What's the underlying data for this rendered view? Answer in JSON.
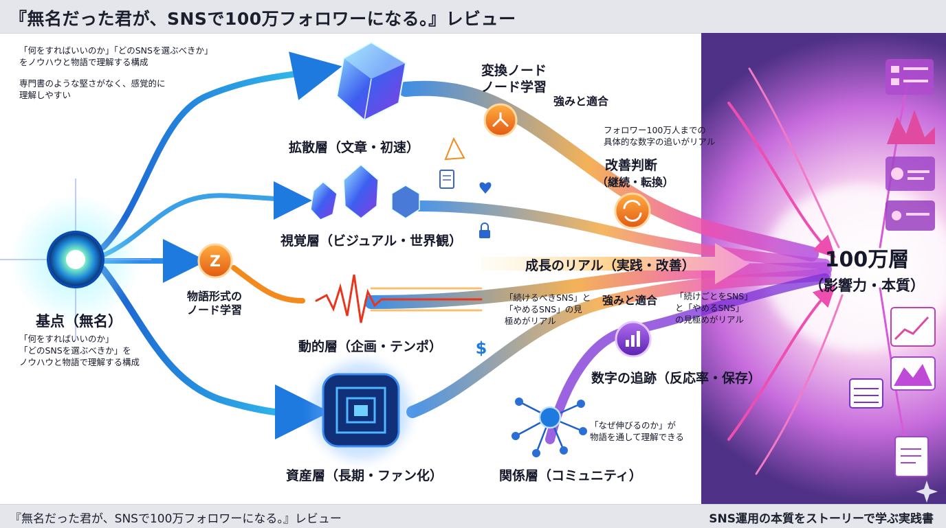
{
  "header": {
    "title": "『無名だった君が、SNSで100万フォロワーになる。』レビュー"
  },
  "footer": {
    "left": "『無名だった君が、SNSで100万フォロワーになる。』レビュー",
    "right": "SNS運用の本質をストーリーで学ぶ実践書"
  },
  "notes": {
    "top_left_1": "「何をすればいいのか」「どのSNSを選ぶべきか」\nをノウハウと物語で理解する構成",
    "top_left_2": "専門書のような堅さがなく、感覚的に\n理解しやすい",
    "base_desc": "「何をすればいいのか」\n「どのSNSを選ぶべきか」を\nノウハウと物語で理解する構成",
    "followers_note": "フォロワー100万人までの\n具体的な数字の追いがリアル",
    "continue_note": "「続けるべきSNS」と\n「やめるSNS」の見\n極めがリアル",
    "continue_note_2": "「続けごとをSNS」\nと「やめるSNS」\nの見極めがリアル",
    "why_note": "「なぜ伸びるのか」が\n物語を通して理解できる"
  },
  "nodes": {
    "base": "基点（無名）",
    "story": "物語形式の\nノード学習",
    "diffusion": "拡散層（文章・初速）",
    "visual": "視覚層（ビジュアル・世界観）",
    "dynamic": "動的層（企画・テンポ）",
    "asset": "資産層（長期・ファン化）",
    "transform": "変換ノード\nノード学習",
    "strength_1": "強みと適合",
    "improve": "改善判断",
    "improve_sub": "（継続・転換）",
    "growth": "成長のリアル（実践・改善）",
    "strength_2": "強みと適合",
    "numbers": "数字の追跡（反応率・保存）",
    "relation": "関係層（コミュニティ）",
    "goal": "100万層",
    "goal_sub": "（影響力・本質）"
  },
  "icons": {
    "story_letter": "Z",
    "dollar": "$"
  },
  "colors": {
    "blue": "#1f7ae0",
    "cyan": "#22d3ee",
    "orange": "#f28a1e",
    "pink": "#ec4fb0",
    "purple": "#7b2fd6"
  }
}
